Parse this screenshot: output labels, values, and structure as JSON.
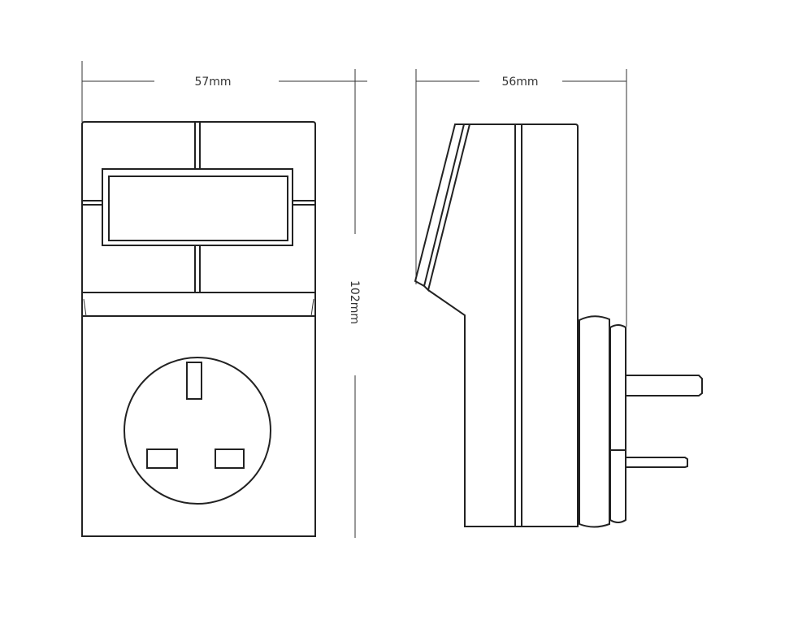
{
  "dimensions": {
    "front_width": "57mm",
    "height": "102mm",
    "side_depth": "56mm"
  }
}
